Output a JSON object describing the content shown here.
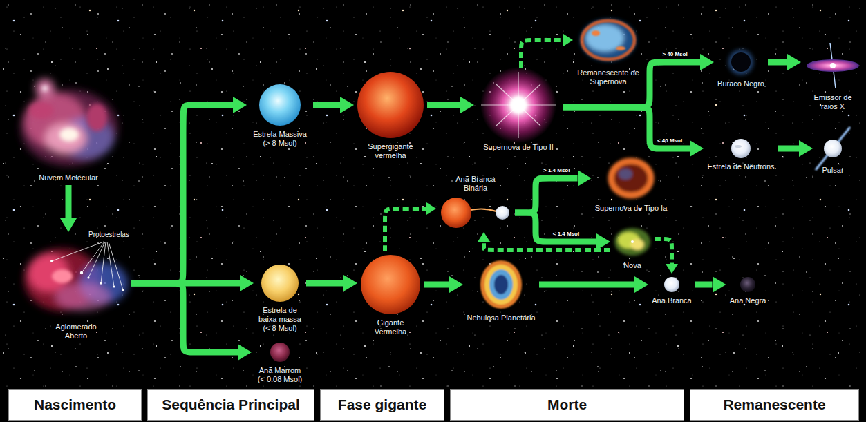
{
  "diagram": {
    "nodes": [
      {
        "text": [
          "Nuvem Molecular"
        ]
      },
      {
        "text": [
          "Aglomerado Aberto"
        ]
      },
      {
        "text": [
          "Estrela Massiva (> 8 Msol)"
        ]
      },
      {
        "text": [
          "Supergigante vermelha"
        ]
      },
      {
        "text": [
          "Supernova de Tipo II"
        ]
      },
      {
        "text": [
          "Remanescente de Supernova"
        ]
      },
      {
        "text": [
          "Buraco Negro"
        ]
      },
      {
        "text": [
          "Emissor de raios X"
        ]
      },
      {
        "text": [
          "Estrela de Nêutrons"
        ]
      },
      {
        "text": [
          "Pulsar"
        ]
      },
      {
        "text": [
          "Anã Branca Binária"
        ]
      },
      {
        "text": [
          "Supernova de Tipo Ia"
        ]
      },
      {
        "text": [
          "Nova"
        ]
      },
      {
        "text": [
          "Estrela de baixa massa (< 8 Msol)"
        ]
      },
      {
        "text": [
          "Gigante Vermelha"
        ]
      },
      {
        "text": [
          "Nebulosa Planetária"
        ]
      },
      {
        "text": [
          "Anã Branca"
        ]
      },
      {
        "text": [
          "Anã Negra"
        ]
      },
      {
        "text": [
          "Anã Marrom (< 0.08 Msol)"
        ]
      },
      {
        "text": [
          "Nascimento"
        ]
      },
      {
        "text": [
          "Sequência Principal"
        ]
      },
      {
        "text": [
          "Fase gigante"
        ]
      },
      {
        "text": [
          "Morte"
        ]
      },
      {
        "text": [
          "Remanescente"
        ]
      }
    ],
    "edges": [
      {
        "from": 0,
        "to": 1,
        "arrow": "to"
      },
      {
        "from": 1,
        "to": 2,
        "arrow": "to"
      },
      {
        "from": 1,
        "to": 13,
        "arrow": "to"
      },
      {
        "from": 1,
        "to": 18,
        "arrow": "to"
      },
      {
        "from": 2,
        "to": 3,
        "arrow": "to"
      },
      {
        "from": 3,
        "to": 4,
        "arrow": "to"
      },
      {
        "from": 4,
        "to": 5,
        "arrow": "to"
      },
      {
        "from": 4,
        "to": 6,
        "arrow": "to",
        "label": "> 40 Msol"
      },
      {
        "from": 4,
        "to": 8,
        "arrow": "to",
        "label": "< 40 Msol"
      },
      {
        "from": 6,
        "to": 7,
        "arrow": "to"
      },
      {
        "from": 8,
        "to": 9,
        "arrow": "to"
      },
      {
        "from": 13,
        "to": 14,
        "arrow": "to"
      },
      {
        "from": 14,
        "to": 15,
        "arrow": "to"
      },
      {
        "from": 14,
        "to": 10,
        "arrow": "to"
      },
      {
        "from": 10,
        "to": 11,
        "arrow": "to",
        "label": "> 1.4 Msol"
      },
      {
        "from": 10,
        "to": 12,
        "arrow": "to",
        "label": "< 1.4 Msol"
      },
      {
        "from": 12,
        "to": 10,
        "arrow": "to"
      },
      {
        "from": 12,
        "to": 16,
        "arrow": "to"
      },
      {
        "from": 15,
        "to": 16,
        "arrow": "to"
      },
      {
        "from": 16,
        "to": 17,
        "arrow": "to"
      }
    ],
    "labels": [
      "Protoestrelas"
    ]
  }
}
